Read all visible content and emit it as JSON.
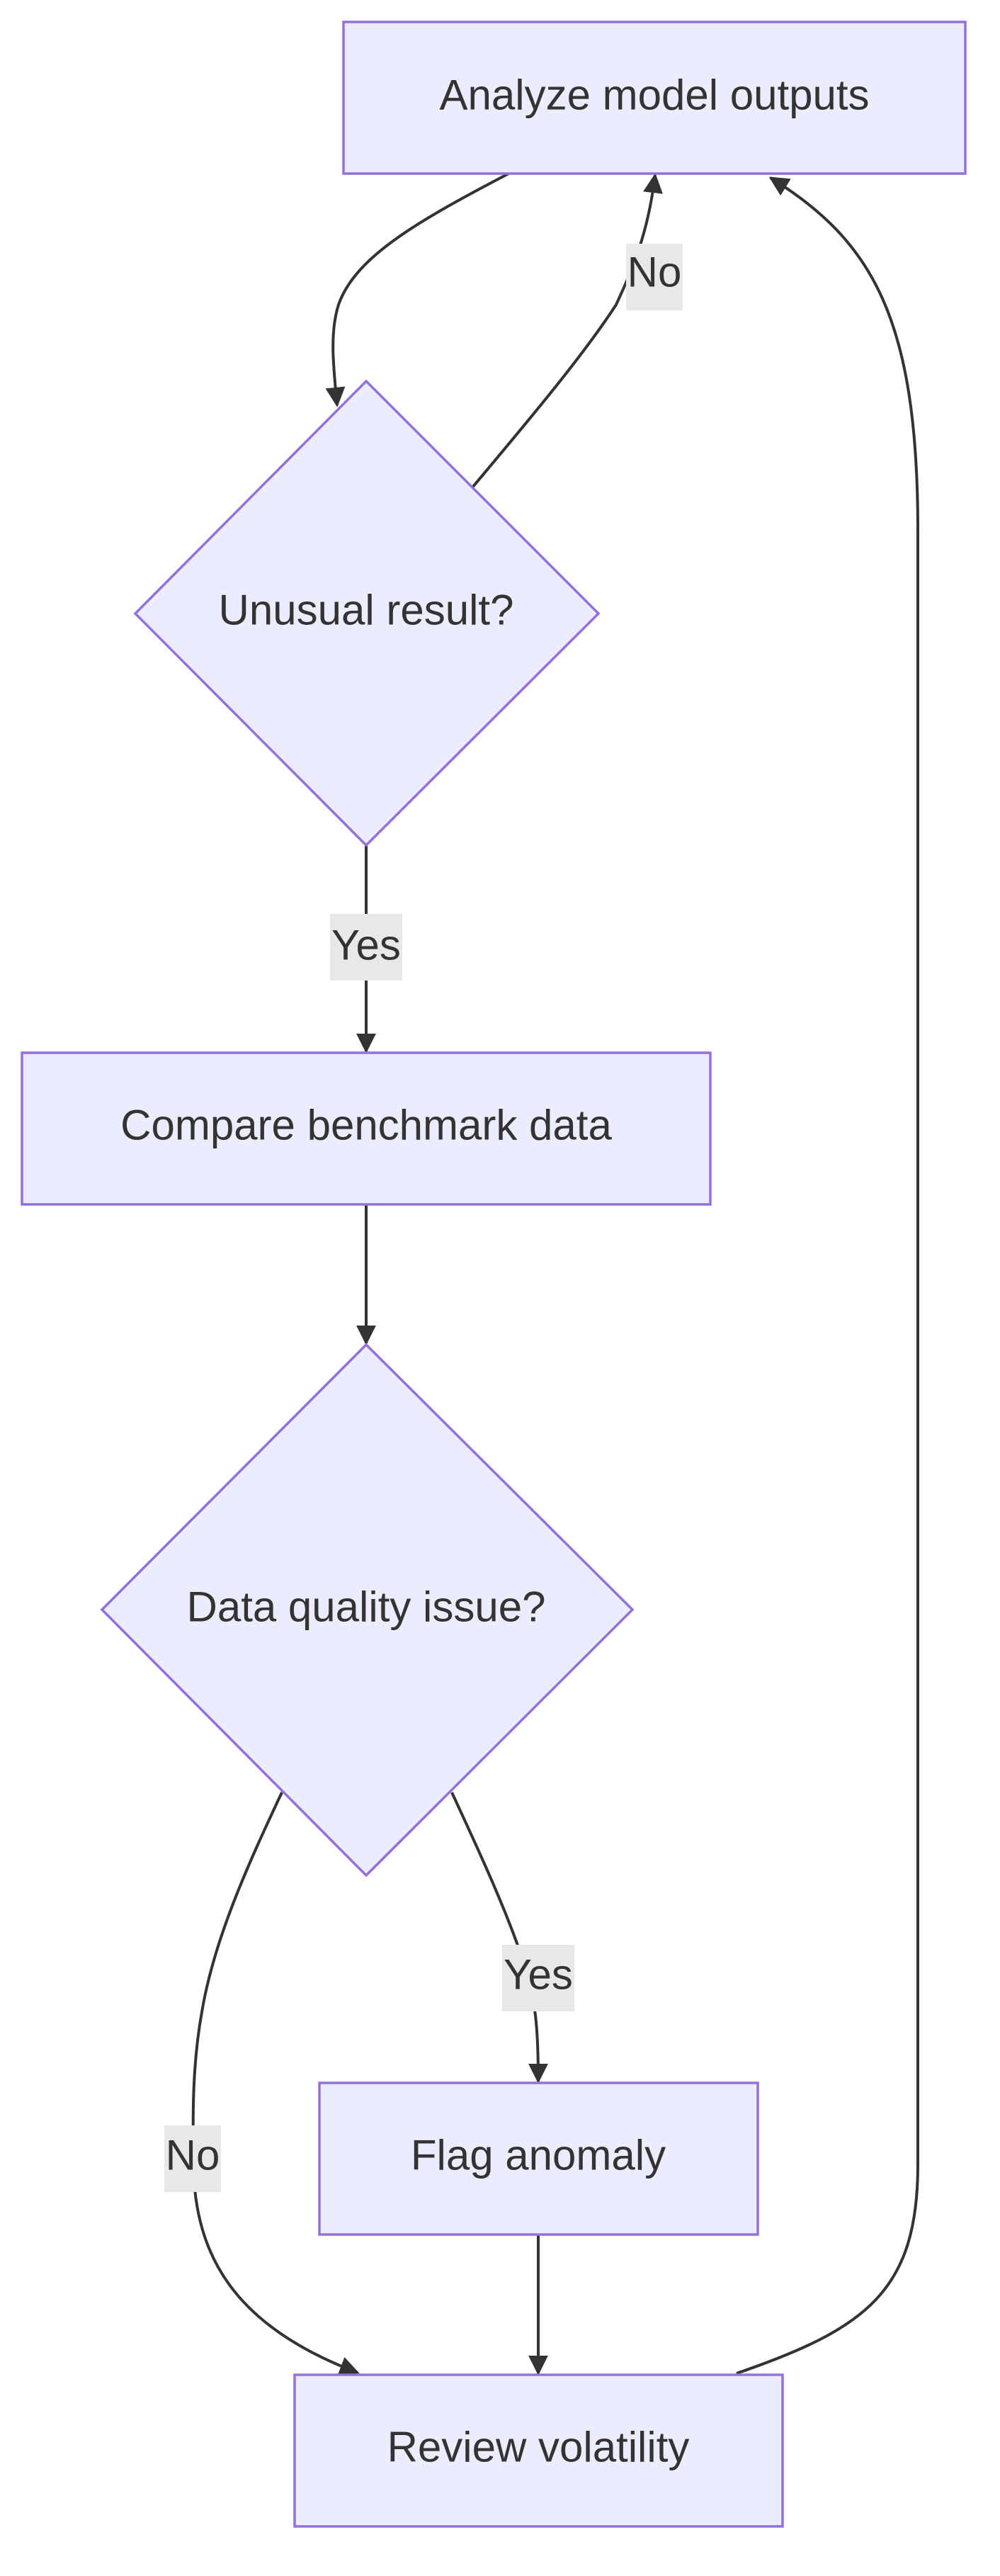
{
  "nodes": {
    "analyze": "Analyze model outputs",
    "unusual": "Unusual result?",
    "compare": "Compare benchmark data",
    "quality": "Data quality issue?",
    "flag": "Flag anomaly",
    "review": "Review volatility"
  },
  "edges": {
    "unusual_no": "No",
    "unusual_yes": "Yes",
    "quality_yes": "Yes",
    "quality_no": "No"
  },
  "colors": {
    "node_fill": "#ECECFF",
    "node_stroke": "#9370DB",
    "edge": "#333333",
    "label_bg": "#e8e8e8"
  }
}
